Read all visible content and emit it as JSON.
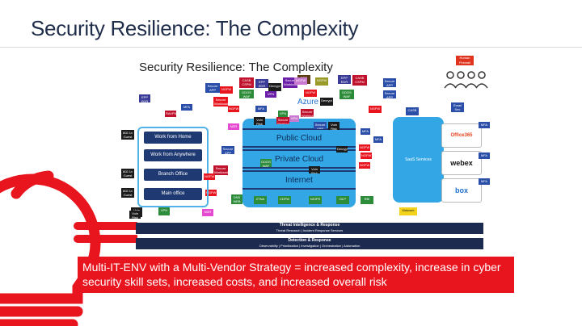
{
  "slide": {
    "title": "Security Resilience: The Complexity",
    "callout": "Multi-IT-ENV with a Multi-Vendor Strategy = increased complexity, increase in cyber security skill sets, increased costs, and increased overall risk",
    "accent_color": "#e8141e",
    "navy_color": "#1b2a4e"
  },
  "diagram": {
    "title": "Security Resilience: The Complexity",
    "human_factor": "Human Firewall",
    "environments": [
      "Work from Home",
      "Work from Anywhere",
      "Branch Office",
      "Main office"
    ],
    "guest_labels": [
      "802.1x Guest",
      "802.1x Guest",
      "802.1x Guest"
    ],
    "clouds": [
      "Public Cloud",
      "Private Cloud",
      "Internet"
    ],
    "azure": "Azure",
    "saas": "SaaS Services",
    "vendors": [
      "Office365",
      "webex",
      "box"
    ],
    "email_sec": "Email Sec",
    "casb": "CASB",
    "malware": "Malware",
    "bottom_tools": [
      "DNS WEB",
      "ZTNA",
      "CDFW",
      "NGIPS",
      "DLP",
      "RBI"
    ],
    "tags": {
      "top": [
        "CASB CSPM",
        "EPP EDR",
        "Decrypt",
        "Secure Workload",
        "EPP EDR",
        "NGFW",
        "EPP EDR",
        "CASB CSPM",
        "NGFW",
        "Secure APP",
        "NGFW",
        "DDOS WAF",
        "VPN",
        "Decrypt",
        "DDOS WAF",
        "NGFW",
        "Secure Workload",
        "Secure APP",
        "Secure APP",
        "NGFW"
      ],
      "left": [
        "EPP EDR",
        "MFA",
        "RAVPN",
        "NGFW",
        "NDR",
        "Secure Workload",
        "VPN",
        "Vuln Risk",
        "NGFW",
        "Secure APP"
      ],
      "mid": [
        "Vuln Risk",
        "Secure APP",
        "Vuln Risk",
        "Secure Workload",
        "Decrypt",
        "NGFW",
        "MFA",
        "MFA",
        "NGFW",
        "DDOS WAF",
        "Vuln Risk",
        "VPN",
        "NGFW",
        "NGFW",
        "Secure Workload",
        "VPN"
      ],
      "right": [
        "MFA",
        "MFA",
        "MFA",
        "MFA"
      ],
      "bottom_left": [
        "Vuln Risk",
        "VPN",
        "NDR"
      ]
    },
    "threat_bar": {
      "title": "Threat Intelligence & Response",
      "subtitle": "Threat Research | Incident Response Services"
    },
    "detect_bar": {
      "title": "Detection & Response",
      "subtitle": "Observability | Prioritization | Investigation | Orchestration | Automation"
    }
  }
}
